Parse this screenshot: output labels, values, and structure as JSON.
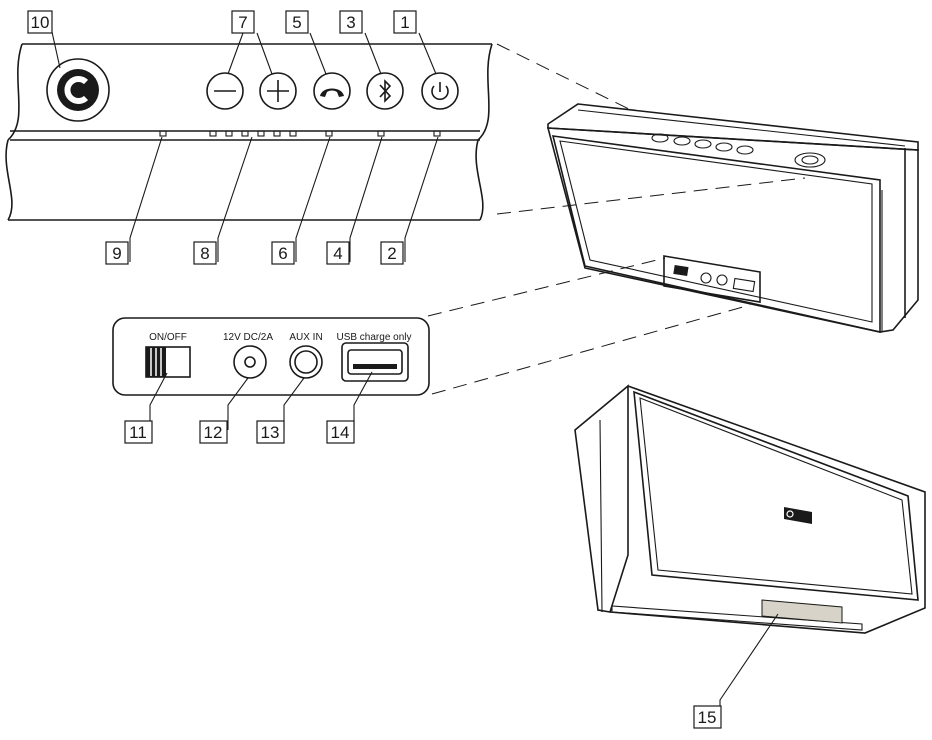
{
  "callouts": [
    "1",
    "2",
    "3",
    "4",
    "5",
    "6",
    "7",
    "8",
    "9",
    "10",
    "11",
    "12",
    "13",
    "14",
    "15"
  ],
  "rear_panel": {
    "on_off": "ON/OFF",
    "dc_in": "12V DC/2A",
    "aux_in": "AUX IN",
    "usb": "USB charge only"
  },
  "icons": {
    "power": "power-icon",
    "bluetooth": "bluetooth-icon",
    "phone": "phone-icon",
    "plus": "plus-icon",
    "minus": "minus-icon",
    "c_button": "c-logo-icon"
  },
  "colors": {
    "line": "#1a1a1a",
    "background": "#ffffff",
    "pad": "#d8d3c8"
  }
}
